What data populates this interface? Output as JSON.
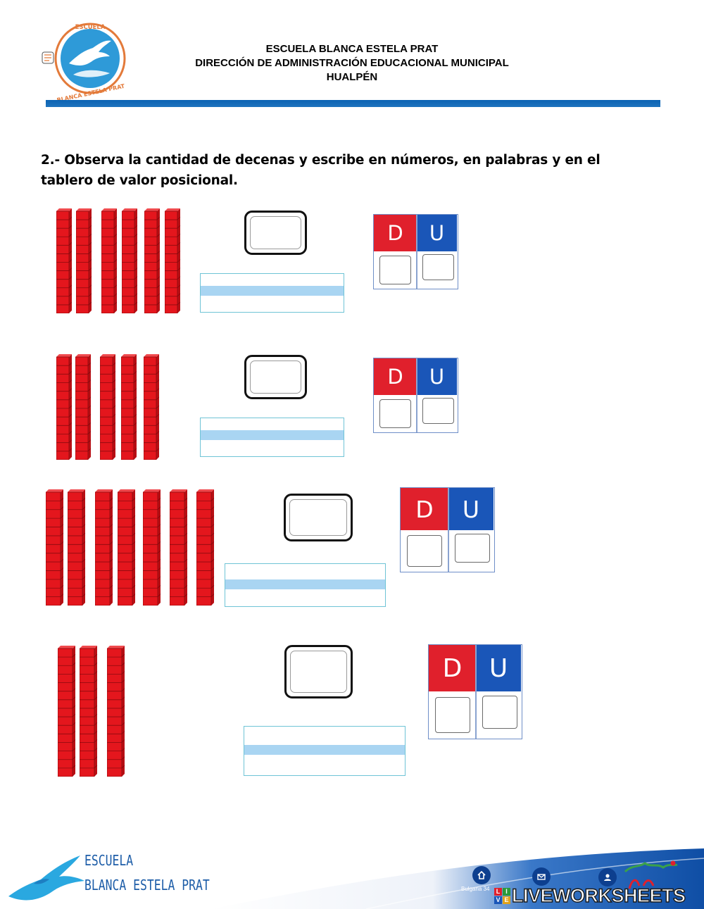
{
  "header": {
    "logo_alt": "escuela-blanca-estela-prat-seal",
    "logo_text_top": "ESCUELA",
    "logo_text_bottom": "BLANCA ESTELA PRAT",
    "line1": "ESCUELA BLANCA ESTELA PRAT",
    "line2": "DIRECCIÓN DE ADMINISTRACIÓN EDUCACIONAL MUNICIPAL",
    "line3": "HUALPÉN",
    "rule_color": "#1565c0"
  },
  "instruction": "2.- Observa la cantidad de decenas y escribe en números, en palabras y en el tablero de valor posicional.",
  "exercises": [
    {
      "tens_rods": 6,
      "number_value": "",
      "words_value": "",
      "pv": {
        "d_label": "D",
        "u_label": "U",
        "d_value": "",
        "u_value": ""
      }
    },
    {
      "tens_rods": 5,
      "number_value": "",
      "words_value": "",
      "pv": {
        "d_label": "D",
        "u_label": "U",
        "d_value": "",
        "u_value": ""
      }
    },
    {
      "tens_rods": 7,
      "number_value": "",
      "words_value": "",
      "pv": {
        "d_label": "D",
        "u_label": "U",
        "d_value": "",
        "u_value": ""
      }
    },
    {
      "tens_rods": 3,
      "number_value": "",
      "words_value": "",
      "pv": {
        "d_label": "D",
        "u_label": "U",
        "d_value": "",
        "u_value": ""
      }
    }
  ],
  "colors": {
    "rod_red": "#e4161d",
    "tens_header": "#e0202c",
    "units_header": "#1a56b8",
    "word_band": "#a9d5f2"
  },
  "footer": {
    "school_line1": "ESCUELA",
    "school_line2": "BLANCA ESTELA PRAT",
    "address": "Bulgaria 34",
    "icons": [
      "home-icon",
      "mail-icon",
      "user-icon"
    ],
    "watermark": "LIVEWORKSHEETS",
    "watermark_grid": [
      "L",
      "I",
      "V",
      "E"
    ],
    "municipal_logo": "Hualpén"
  }
}
